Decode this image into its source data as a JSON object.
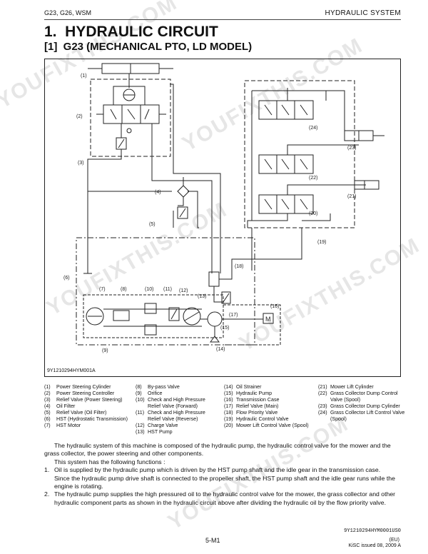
{
  "header": {
    "left": "G23, G26, WSM",
    "right": "HYDRAULIC SYSTEM"
  },
  "title": "1.  HYDRAULIC CIRCUIT",
  "subtitle": "[1]  G23 (MECHANICAL PTO, LD MODEL)",
  "figure": {
    "code": "9Y1210294HYM001A",
    "callouts": [
      "(1)",
      "(2)",
      "(3)",
      "(4)",
      "(5)",
      "(6)",
      "(7)",
      "(8)",
      "(9)",
      "(10)",
      "(11)",
      "(12)",
      "(13)",
      "(14)",
      "(15)",
      "(16)",
      "(17)",
      "(18)",
      "(19)",
      "(20)",
      "(21)",
      "(22)",
      "(23)",
      "(24)"
    ],
    "motor_letter": "M"
  },
  "watermark": "YOUFIXTHIS.COM",
  "legend": [
    [
      {
        "n": "(1)",
        "t": "Power Steering Cylinder"
      },
      {
        "n": "(2)",
        "t": "Power Steering Controller"
      },
      {
        "n": "(3)",
        "t": "Relief Valve (Power Steering)"
      },
      {
        "n": "(4)",
        "t": "Oil Filter"
      },
      {
        "n": "(5)",
        "t": "Relief Valve (Oil Filter)"
      },
      {
        "n": "(6)",
        "t": "HST (Hydrostatic Transmission)"
      },
      {
        "n": "(7)",
        "t": "HST Motor"
      }
    ],
    [
      {
        "n": "(8)",
        "t": "By-pass Valve"
      },
      {
        "n": "(9)",
        "t": "Orifice"
      },
      {
        "n": "(10)",
        "t": "Check and High Pressure Relief Valve (Forward)"
      },
      {
        "n": "(11)",
        "t": "Check and High Pressure Relief Valve (Reverse)"
      },
      {
        "n": "(12)",
        "t": "Charge Valve"
      },
      {
        "n": "(13)",
        "t": "HST Pump"
      }
    ],
    [
      {
        "n": "(14)",
        "t": "Oil Strainer"
      },
      {
        "n": "(15)",
        "t": "Hydraulic Pump"
      },
      {
        "n": "(16)",
        "t": "Transmission Case"
      },
      {
        "n": "(17)",
        "t": "Relief Valve (Main)"
      },
      {
        "n": "(18)",
        "t": "Flow Priority Valve"
      },
      {
        "n": "(19)",
        "t": "Hydraulic Control Valve"
      },
      {
        "n": "(20)",
        "t": "Mower Lift Control Valve (Spool)"
      }
    ],
    [
      {
        "n": "(21)",
        "t": "Mower Lift Cylinder"
      },
      {
        "n": "(22)",
        "t": "Grass Collector Dump Control Valve (Spool)"
      },
      {
        "n": "(23)",
        "t": "Grass Collector Dump Cylinder"
      },
      {
        "n": "(24)",
        "t": "Grass Collector Lift Control Valve (Spool)"
      }
    ]
  ],
  "body": {
    "p1": "The hydraulic system of this machine is composed of the hydraulic pump, the hydraulic control valve for the mower and the grass collector, the power steering and other components.",
    "p2": "This system has the following functions :",
    "item1_n": "1.",
    "item1": "Oil is supplied by the hydraulic pump which is driven by the HST pump shaft and the idle gear in the transmission case.",
    "item1_b": "Since the hydraulic pump drive shaft is connected to the propeller shaft, the HST pump shaft and the idle gear runs while the engine is rotating.",
    "item2_n": "2.",
    "item2": "The hydraulic pump supplies the high pressured oil to the hydraulic control valve for the mower, the grass collector and other hydraulic component parts as shown in the hydraulic circuit above after dividing the hydraulic oil by the flow priority valve."
  },
  "footer": {
    "doc_code": "9Y1210294HYM0001US0",
    "page": "5-M1",
    "issue_eu": "(EU)",
    "issue": "KiSC issued 08, 2009 A"
  }
}
